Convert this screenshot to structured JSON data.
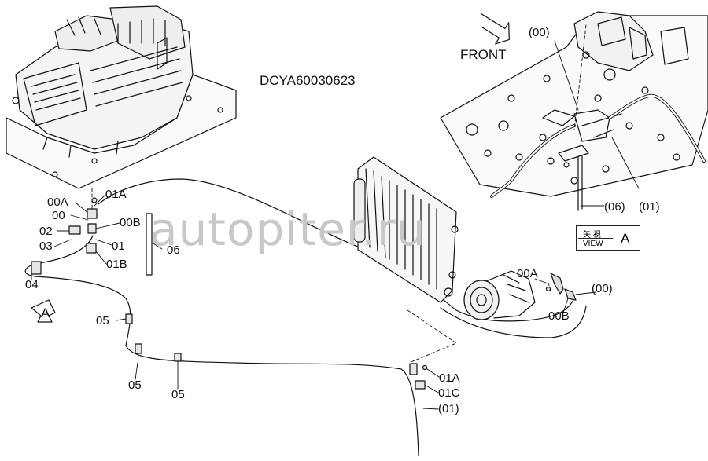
{
  "drawing_code": "DCYA60030623",
  "front_label": "FRONT",
  "watermark": "autopiter.ru",
  "view_box": {
    "jp": "矢 視",
    "en": "VIEW",
    "letter": "A"
  },
  "view_arrow_letter": "A",
  "callouts": {
    "l_00_top": "(00)",
    "l_01_right": "(01)",
    "l_06_right": "(06)",
    "l_01A_a": "01A",
    "l_00A_a": "00A",
    "l_00_a": "00",
    "l_00B_a": "00B",
    "l_02": "02",
    "l_03": "03",
    "l_01_a": "01",
    "l_01B": "01B",
    "l_06_mid": "06",
    "l_04": "04",
    "l_05_a": "05",
    "l_05_b": "05",
    "l_05_c": "05",
    "l_00A_b": "00A",
    "l_00_paren_b": "(00)",
    "l_00B_b": "00B",
    "l_01A_b": "01A",
    "l_01C": "01C",
    "l_01_paren_b": "(01)"
  }
}
